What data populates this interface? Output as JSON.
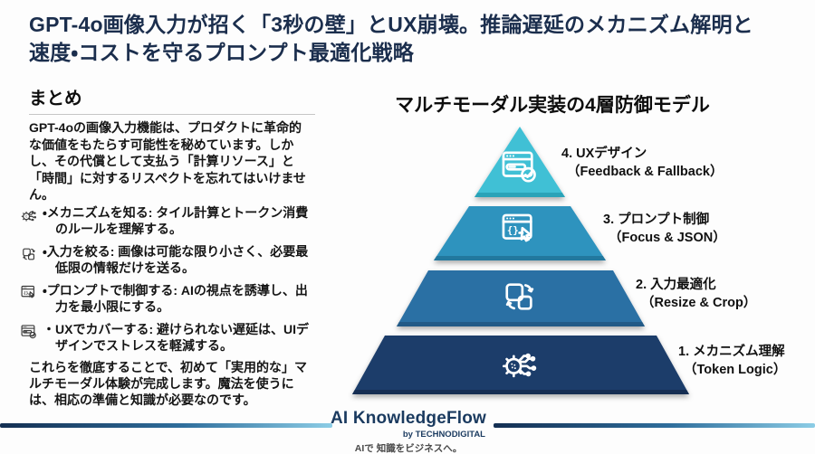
{
  "header": {
    "title_line1": "GPT-4o画像入力が招く「3秒の壁」とUX崩壊。推論遅延のメカニズム解明と",
    "title_line2": "速度・コストを守るプロンプト最適化戦略"
  },
  "summary": {
    "heading": "まとめ",
    "intro": "GPT-4oの画像入力機能は、プロダクトに革命的な価値をもたらす可能性を秘めています。しかし、その代償として支払う「計算リソース」と「時間」に対するリスペクトを忘れてはいけません。",
    "bullets": [
      {
        "icon": "gear-circuit-icon",
        "text": "・メカニズムを知る: タイル計算とトークン消費のルールを理解する。"
      },
      {
        "icon": "resize-crop-icon",
        "text": "・入力を絞る: 画像は可能な限り小さく、必要最低限の情報だけを送る。"
      },
      {
        "icon": "code-window-icon",
        "text": "・プロンプトで制御する: AIの視点を誘導し、出力を最小限にする。"
      },
      {
        "icon": "window-check-icon",
        "text": "・UXでカバーする: 避けられない遅延は、UIデザインでストレスを軽減する。"
      }
    ],
    "outro": "これらを徹底することで、初めて「実用的な」マルチモーダル体験が完成します。魔法を使うには、相応の準備と知識が必要なのです。"
  },
  "pyramid": {
    "title": "マルチモーダル実装の4層防御モデル",
    "layers": [
      {
        "rank": 4,
        "label": "4. UXデザイン",
        "sublabel": "（Feedback & Fallback）",
        "color": "#3fc0d5",
        "shade": "#2ba3b8",
        "icon": "window-check-icon"
      },
      {
        "rank": 3,
        "label": "3. プロンプト制御",
        "sublabel": "（Focus & JSON）",
        "color": "#2f93be",
        "shade": "#24789e",
        "icon": "code-window-icon"
      },
      {
        "rank": 2,
        "label": "2. 入力最適化",
        "sublabel": "（Resize & Crop）",
        "color": "#2b6fa4",
        "shade": "#205a87",
        "icon": "resize-crop-icon"
      },
      {
        "rank": 1,
        "label": "1. メカニズム理解",
        "sublabel": "（Token Logic）",
        "color": "#1d3e6b",
        "shade": "#142f52",
        "icon": "gear-circuit-icon"
      }
    ]
  },
  "footer": {
    "brand": "AI KnowledgeFlow",
    "byline": "by TECHNODIGITAL",
    "tagline": "AIで 知識をビジネスへ。"
  }
}
